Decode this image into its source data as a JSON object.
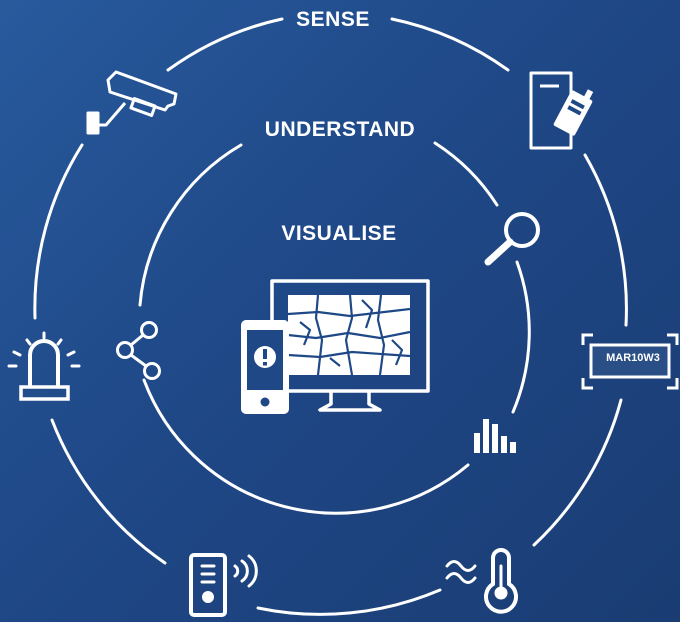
{
  "labels": {
    "outer": "SENSE",
    "middle": "UNDERSTAND",
    "inner": "VISUALISE"
  },
  "plate": {
    "text": "MAR10W3"
  },
  "colors": {
    "background_start": "#285a9d",
    "background_end": "#1a3c73",
    "line": "#ffffff"
  },
  "icons": [
    "cctv-camera-icon",
    "body-camera-icon",
    "license-plate-icon",
    "thermometer-icon",
    "sensor-device-icon",
    "alarm-beacon-icon",
    "magnifier-icon",
    "bar-chart-icon",
    "share-icon",
    "monitor-map-icon",
    "mobile-alert-icon"
  ]
}
